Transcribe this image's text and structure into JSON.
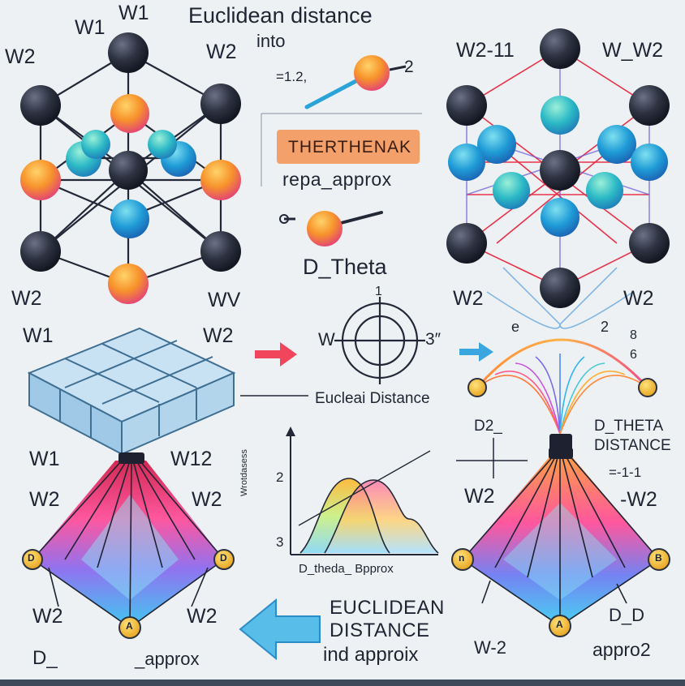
{
  "top_center": {
    "title": "Euclidean distance",
    "into": "into",
    "eq_label": "=1.2,",
    "two": "2",
    "highlight": "THERTHENAK",
    "repa": "repa_approx",
    "dtheta": "D_Theta"
  },
  "left_top_cube": {
    "labels": [
      "W1",
      "W1",
      "W2",
      "W2",
      "W2",
      "WV"
    ]
  },
  "right_top_cube": {
    "labels": [
      "W2-11",
      "W_W2",
      "W2",
      "W2"
    ]
  },
  "middle": {
    "w1": "W1",
    "w2": "W2",
    "circle_w": "W",
    "circle_top": "1",
    "circle_right": "3″",
    "eucledian": "Eucleai Distance",
    "right_e": "e",
    "right_2": "2",
    "right_8": "8",
    "right_6": "6"
  },
  "left_bottom": {
    "labels": [
      "W1",
      "W12",
      "W2",
      "W2",
      "W2",
      "W2"
    ],
    "node_left": "D",
    "node_right": "D",
    "node_bottom": "A",
    "d_label": "D_",
    "approx": "_approx"
  },
  "chart": {
    "ylabel": "Wrotdasess",
    "tick_top": "2",
    "tick_bottom": "3",
    "xlabel": "D_theda_ Bpprox"
  },
  "bottom_center": {
    "line1": "EUCLIDEAN",
    "line2": "DISTANCE",
    "line3": "ind approix"
  },
  "right_bottom": {
    "d2": "D2_",
    "dtheta": "D_THETA",
    "distance": "DISTANCE",
    "eq": "=-1-1",
    "w2_left": "W2",
    "w2_right": "-W2",
    "node_left": "n",
    "node_right": "B",
    "node_bottom": "A",
    "dd": "D_D",
    "w_2": "W-2",
    "appro2": "appro2"
  },
  "colors": {
    "background": "#eef1f3",
    "node_dark": "#2c3140",
    "node_orange": "#f29a2e",
    "node_pink": "#f2447a",
    "node_blue": "#1e8fd8",
    "node_teal": "#30b9c8",
    "arrow_red": "#f0455a",
    "arrow_blue": "#3aa6df",
    "cube_face": "#b9d9ee",
    "highlight": "#f3a06a"
  }
}
